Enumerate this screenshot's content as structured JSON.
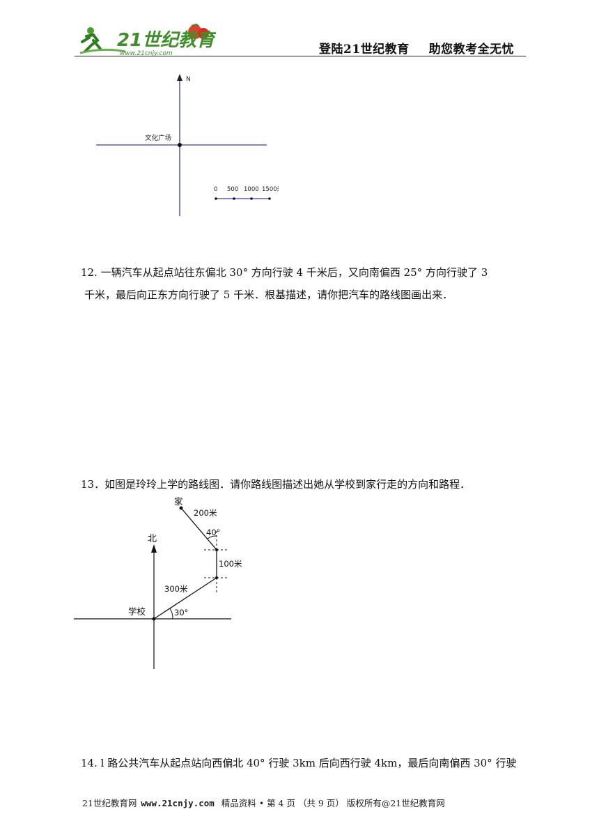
{
  "header": {
    "logo_text": "21世纪教育",
    "logo_url": "www.21cnjy.com",
    "slogan_left": "登陆21世纪教育",
    "slogan_right": "助您教考全无忧"
  },
  "map1": {
    "north_label": "N",
    "origin_label": "文化广场",
    "scale_labels": [
      "0",
      "500",
      "1000",
      "1500米"
    ]
  },
  "q12": {
    "line1": "12. 一辆汽车从起点站往东偏北 30° 方向行驶 4 千米后，又向南偏西 25°  方向行驶了 3",
    "line2": "千米，最后向正东方向行驶了 5 千米．根基描述，请你把汽车的路线图画出来．"
  },
  "q13": {
    "text": "13．如图是玲玲上学的路线图．请你路线图描述出她从学校到家行走的方向和路程．",
    "north_label": "北",
    "school_label": "学校",
    "home_label": "家",
    "seg1_distance": "300米",
    "seg1_angle": "30°",
    "seg2_distance": "100米",
    "seg3_distance": "200米",
    "seg3_angle": "40°"
  },
  "q14": {
    "line1": "14. l 路公共汽车从起点站向西偏北 40° 行驶 3km 后向西行驶 4km，最后向南偏西 30° 行驶"
  },
  "footer": {
    "site_name": "21世纪教育网",
    "site_url": "www.21cnjy.com",
    "page_info": "精品资料 • 第 4 页  （共 9 页）  版权所有@21世纪教育网"
  }
}
